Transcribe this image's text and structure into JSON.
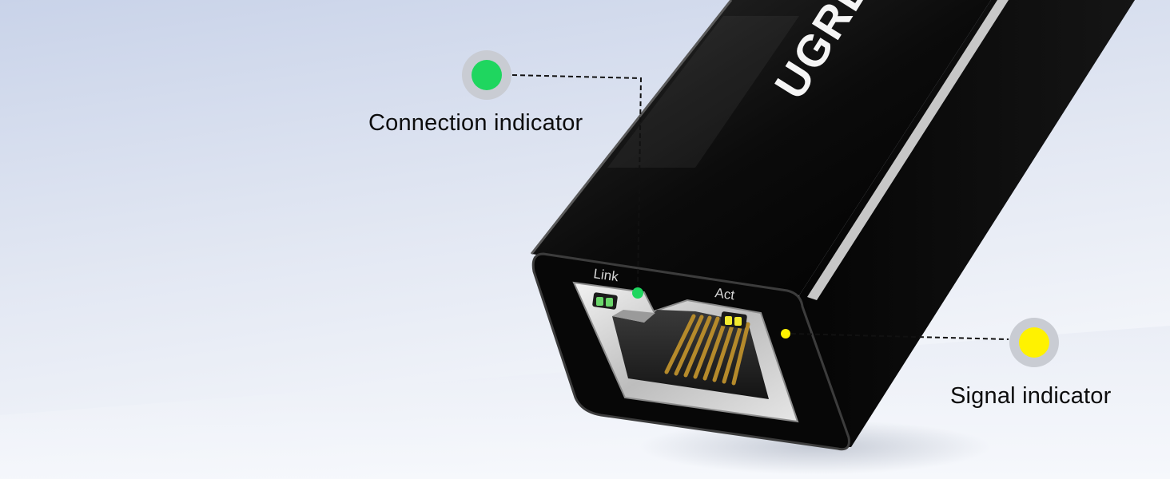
{
  "callouts": {
    "connection": {
      "label": "Connection indicator",
      "color": "#1fd65f"
    },
    "signal": {
      "label": "Signal indicator",
      "color": "#fff200"
    }
  },
  "device": {
    "brand": "UGREEN",
    "port_labels": {
      "link": "Link",
      "act": "Act"
    },
    "body_color": "#0a0a0a"
  },
  "background": {
    "top_color": "#cdd6ea",
    "bottom_color": "#f4f6fb"
  }
}
